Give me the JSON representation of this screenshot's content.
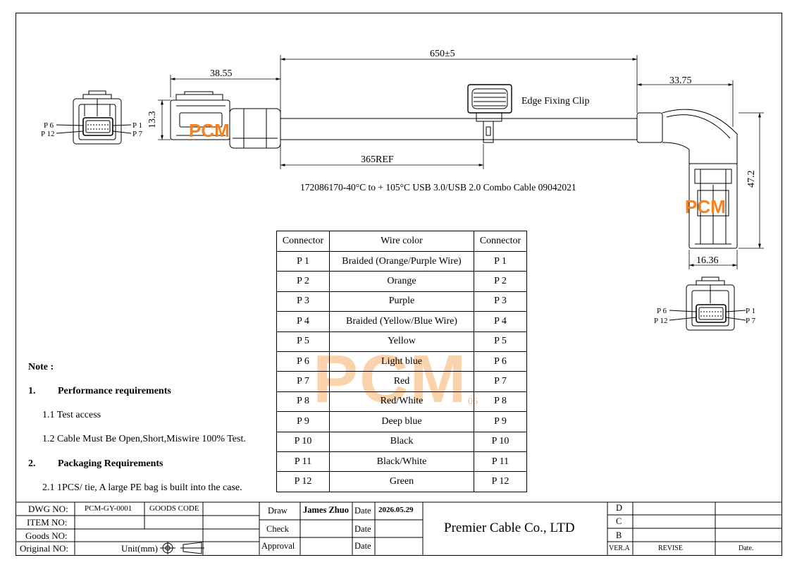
{
  "dimensions": {
    "left_length": "38.55",
    "left_height": "13.3",
    "cable_length": "650±5",
    "clip_position": "365REF",
    "right_length": "33.75",
    "right_height": "47.2",
    "right_width": "16.36"
  },
  "clip_label": "Edge Fixing Clip",
  "drawing_title_part": "172086170",
  "drawing_title_dash": "-",
  "drawing_title_rest": "40°C to + 105°C USB 3.0/USB 2.0 Combo Cable 09042021",
  "pins": {
    "p6": "P 6",
    "p12": "P 12",
    "p1": "P 1",
    "p7": "P 7"
  },
  "watermark": {
    "text": "PCM",
    "tag": "06"
  },
  "wire_table": {
    "headers": [
      "Connector",
      "Wire color",
      "Connector"
    ],
    "rows": [
      [
        "P 1",
        "Braided (Orange/Purple Wire)",
        "P 1"
      ],
      [
        "P 2",
        "Orange",
        "P 2"
      ],
      [
        "P 3",
        "Purple",
        "P 3"
      ],
      [
        "P 4",
        "Braided (Yellow/Blue Wire)",
        "P 4"
      ],
      [
        "P 5",
        "Yellow",
        "P 5"
      ],
      [
        "P 6",
        "Light blue",
        "P 6"
      ],
      [
        "P 7",
        "Red",
        "P 7"
      ],
      [
        "P 8",
        "Red/White",
        "P 8"
      ],
      [
        "P 9",
        "Deep blue",
        "P 9"
      ],
      [
        "P 10",
        "Black",
        "P 10"
      ],
      [
        "P 11",
        "Black/White",
        "P 11"
      ],
      [
        "P 12",
        "Green",
        "P 12"
      ]
    ]
  },
  "notes": {
    "title": "Note :",
    "s1_num": "1.",
    "s1_title": "Performance requirements",
    "s1_1": "1.1 Test access",
    "s1_2": "1.2 Cable Must Be Open,Short,Miswire 100% Test.",
    "s2_num": "2.",
    "s2_title": "Packaging Requirements",
    "s2_1": "2.1 1PCS/ tie, A large PE bag is built into the case."
  },
  "title_block": {
    "dwg_no_label": "DWG NO:",
    "dwg_no_value": "PCM-GY-0001",
    "goods_code_label": "GOODS CODE",
    "item_no_label": "ITEM NO:",
    "goods_no_label": "Goods NO:",
    "original_no_label": "Original NO:",
    "unit_label": "Unit(mm)",
    "draw_label": "Draw",
    "draw_name": "James Zhuo",
    "date_label": "Date",
    "draw_date": "2026.05.29",
    "check_label": "Check",
    "approval_label": "Approval",
    "company": "Premier Cable Co., LTD",
    "rev_d": "D",
    "rev_c": "C",
    "rev_b": "B",
    "ver_label": "VER.A",
    "revise_label": "REVISE",
    "date_col_label": "Date."
  }
}
